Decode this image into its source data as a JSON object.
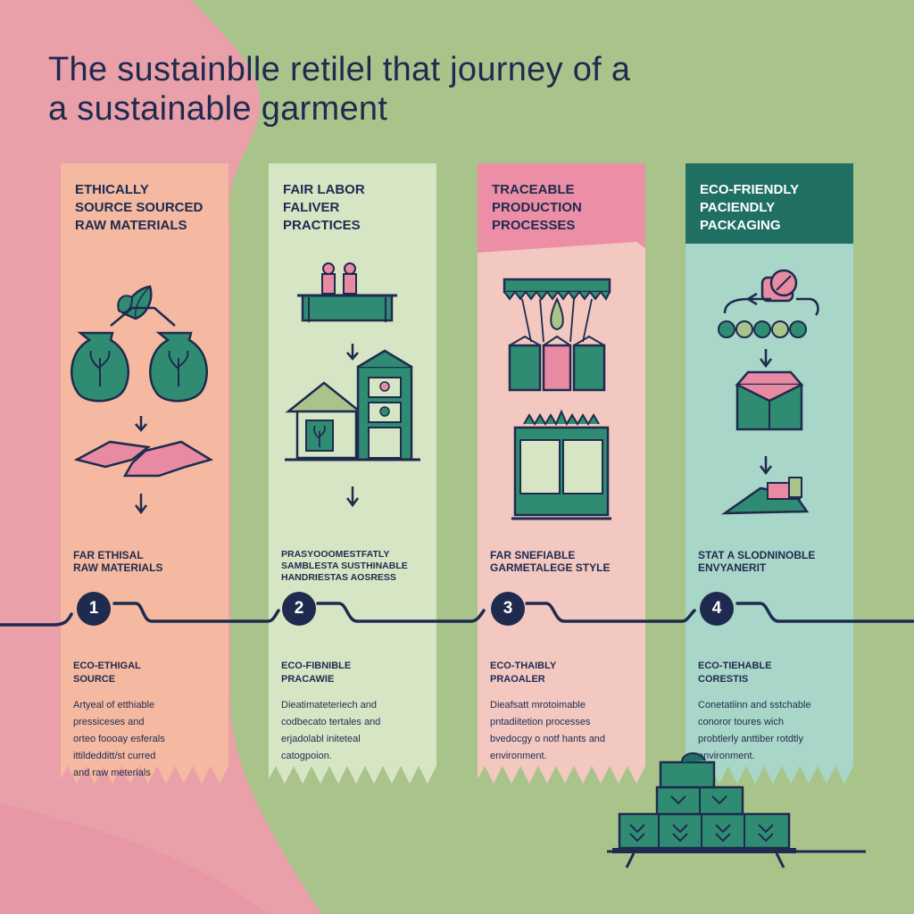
{
  "title": {
    "line1": "The sustainblle retilel that journey of a",
    "line2": "a sustainable garment"
  },
  "colors": {
    "navy": "#1f2a4f",
    "teal": "#2f8c72",
    "pink": "#e98aa3",
    "green_bg": "#a9c48b",
    "pink_bg": "#e9a0a8"
  },
  "steps": [
    {
      "number": "1",
      "heading": [
        "ETHICALLY",
        "SOURCE SOURCED",
        "RAW MATERIALS"
      ],
      "icon": "leaf-bags-handshake-icon",
      "caption": [
        "FAR ETHISAL",
        "RAW MATERIALS"
      ],
      "subheading": [
        "ECO-ETHIGAL",
        "SOURCE"
      ],
      "description": [
        "Artyeal of etthiable",
        "pressiceses and",
        "orteo foooay esferals",
        "ittildedditt/st curred",
        "and raw meterials"
      ]
    },
    {
      "number": "2",
      "heading": [
        "FAIR LABOR",
        "FALIVER",
        "PRACTICES"
      ],
      "icon": "factory-workers-icon",
      "caption": [
        "PRASYOOOMESTFATLY",
        "SAMBLESTA SUSTHINABLE",
        "HANDRIESTAS AOSRESS"
      ],
      "subheading": [
        "ECO-FIBNIBLE",
        "PRACAWIE"
      ],
      "description": [
        "Dieatimateteriech and",
        "codbecato tertales and",
        "erjadolabl initeteal",
        "catogpoion."
      ]
    },
    {
      "number": "3",
      "heading": [
        "TRACEABLE",
        "PRODUCTION",
        "PROCESSES"
      ],
      "icon": "production-tags-icon",
      "caption": [
        "FAR SNEFIABLE",
        "GARMETALEGE STYLE"
      ],
      "subheading": [
        "ECO-THAIBLY",
        "PRAOALER"
      ],
      "description": [
        "Dieafsatt mrotoimable",
        "pntadiitetion processes",
        "bvedocgy o notf hants and",
        "environment."
      ]
    },
    {
      "number": "4",
      "heading": [
        "ECO-FRIENDLY",
        "PACIENDLY",
        "PACKAGING"
      ],
      "icon": "packaging-box-icon",
      "caption": [
        "STAT A SLODNINOBLE",
        "ENVYANERIT"
      ],
      "subheading": [
        "ECO-TIEHABLE",
        "CORESTIS"
      ],
      "description": [
        "Conetatiinn and sstchable",
        "conoror toures wich",
        "probtlerly anttiber rotdtly",
        "environment."
      ]
    }
  ]
}
